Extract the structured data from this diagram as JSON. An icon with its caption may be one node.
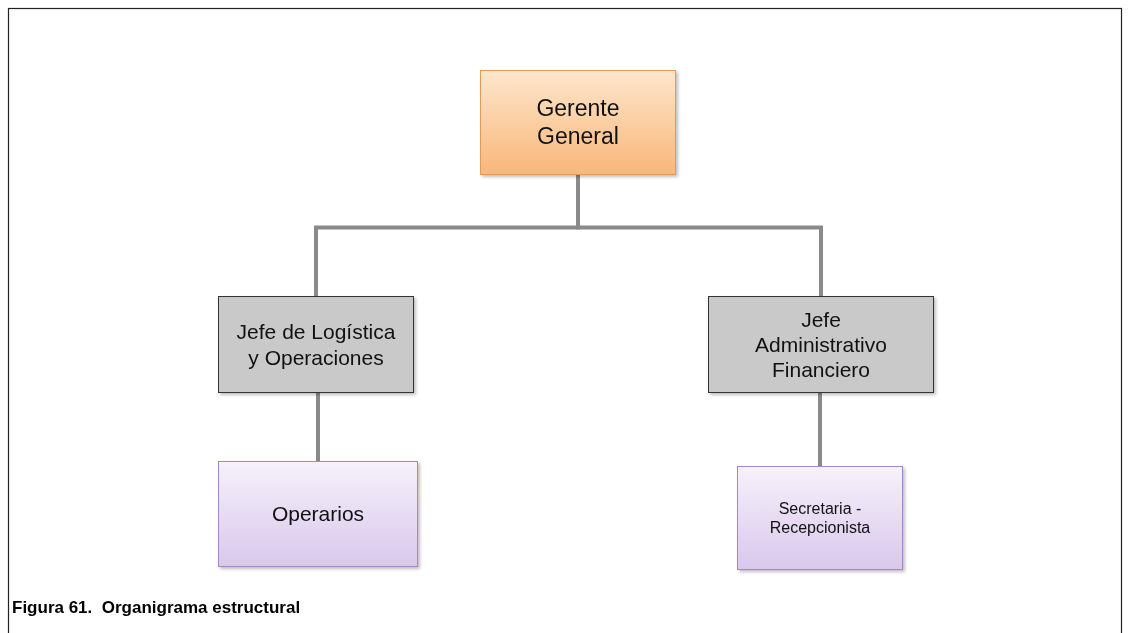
{
  "diagram": {
    "caption": "Figura 61.  Organigrama estructural",
    "nodes": [
      {
        "text": [
          "Gerente General"
        ]
      },
      {
        "text": [
          "Jefe de Logística y Operaciones"
        ]
      },
      {
        "text": [
          "Jefe Administrativo Financiero"
        ]
      },
      {
        "text": [
          "Operarios"
        ]
      },
      {
        "text": [
          "Secretaria - Recepcionista"
        ]
      }
    ],
    "edges": [
      {
        "from": 0,
        "to": 1,
        "arrow": "none"
      },
      {
        "from": 0,
        "to": 2,
        "arrow": "none"
      },
      {
        "from": 1,
        "to": 3,
        "arrow": "none"
      },
      {
        "from": 2,
        "to": 4,
        "arrow": "none"
      }
    ]
  }
}
